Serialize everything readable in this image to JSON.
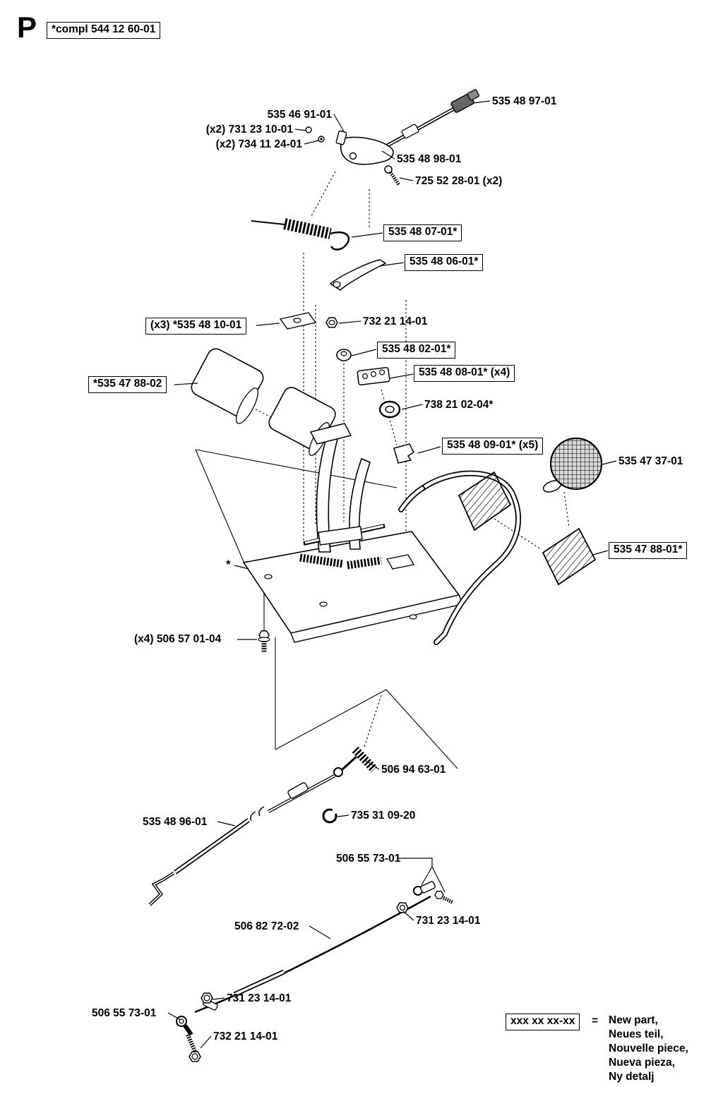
{
  "page": {
    "section_letter": "P",
    "compl_label": "*compl 544 12 60-01"
  },
  "labels": [
    {
      "text": "535 48 97-01",
      "boxed": false
    },
    {
      "text": "535 46 91-01",
      "boxed": false
    },
    {
      "text": "(x2) 731 23 10-01",
      "boxed": false
    },
    {
      "text": "(x2) 734 11 24-01",
      "boxed": false
    },
    {
      "text": "535 48 98-01",
      "boxed": false
    },
    {
      "text": "725 52 28-01 (x2)",
      "boxed": false
    },
    {
      "text": "535 48 07-01*",
      "boxed": true
    },
    {
      "text": "535 48 06-01*",
      "boxed": true
    },
    {
      "text": "732 21 14-01",
      "boxed": false
    },
    {
      "text": "(x3) *535 48 10-01",
      "boxed": true
    },
    {
      "text": "535 48 02-01*",
      "boxed": true
    },
    {
      "text": "535 48 08-01* (x4)",
      "boxed": true
    },
    {
      "text": "*535 47 88-02",
      "boxed": true
    },
    {
      "text": "738 21 02-04*",
      "boxed": false
    },
    {
      "text": "535 48 09-01* (x5)",
      "boxed": true
    },
    {
      "text": "535 47 37-01",
      "boxed": false
    },
    {
      "text": "535 47 88-01*",
      "boxed": true
    },
    {
      "text": "(x4) 506 57 01-04",
      "boxed": false
    },
    {
      "text": "506 94 63-01",
      "boxed": false
    },
    {
      "text": "735 31 09-20",
      "boxed": false
    },
    {
      "text": "535 48 96-01",
      "boxed": false
    },
    {
      "text": "506 55 73-01",
      "boxed": false
    },
    {
      "text": "731 23 14-01",
      "boxed": false
    },
    {
      "text": "506 82 72-02",
      "boxed": false
    },
    {
      "text": "731 23 14-01",
      "boxed": false
    },
    {
      "text": "506 55 73-01",
      "boxed": false
    },
    {
      "text": "732 21 14-01",
      "boxed": false
    },
    {
      "text": "*",
      "boxed": false
    }
  ],
  "legend": {
    "pattern": "xxx xx xx-xx",
    "equals": "=",
    "lines": [
      "New part,",
      "Neues teil,",
      "Nouvelle piece,",
      "Nueva pieza,",
      "Ny detalj"
    ]
  }
}
